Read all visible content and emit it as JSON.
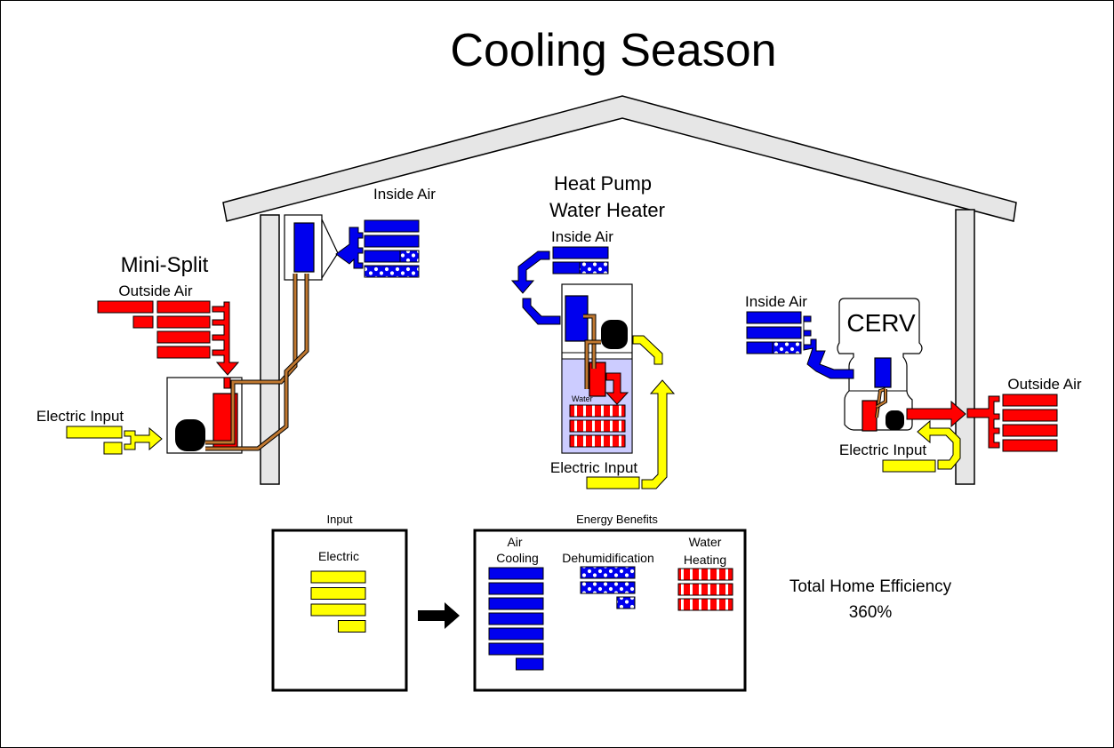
{
  "title": "Cooling Season",
  "colors": {
    "electric": "#ffff00",
    "cooling": "#0000ee",
    "heat": "#ff0000",
    "copper": "#c07830",
    "water_fill": "#ccccff",
    "outline": "#000000",
    "roof": "#e6e6e6"
  },
  "mini_split": {
    "name": "Mini-Split",
    "inside_air": "Inside Air",
    "outside_air": "Outside Air",
    "electric_input": "Electric Input"
  },
  "hpwh": {
    "name_line1": "Heat Pump",
    "name_line2": "Water Heater",
    "inside_air": "Inside Air",
    "electric_input": "Electric Input",
    "water_label": "Water"
  },
  "cerv": {
    "name": "CERV",
    "inside_air": "Inside Air",
    "outside_air": "Outside Air",
    "electric_input": "Electric Input"
  },
  "summary": {
    "input_heading": "Input",
    "input_column": "Electric",
    "benefits_heading": "Energy Benefits",
    "air_cooling_line1": "Air",
    "air_cooling_line2": "Cooling",
    "dehumidification": "Dehumidification",
    "water_heating_line1": "Water",
    "water_heating_line2": "Heating",
    "efficiency_label": "Total Home Efficiency",
    "efficiency_value": "360%"
  },
  "energy_blocks": {
    "electric_input_units": 3.5,
    "air_cooling_units": 6.5,
    "dehumidification_units": 2.33,
    "water_heating_units": 3
  }
}
